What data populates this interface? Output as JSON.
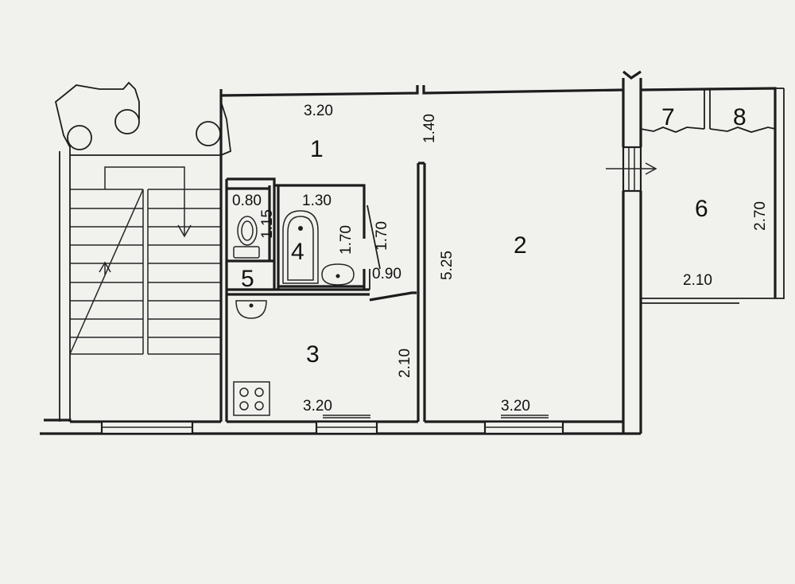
{
  "rooms": [
    {
      "number": "1"
    },
    {
      "number": "2"
    },
    {
      "number": "3"
    },
    {
      "number": "4"
    },
    {
      "number": "5"
    },
    {
      "number": "6"
    },
    {
      "number": "7"
    },
    {
      "number": "8"
    }
  ],
  "dimensions": {
    "hall_width": "3.20",
    "hall_depth": "1.40",
    "room2_depth": "5.25",
    "room2_width": "3.20",
    "kitchen_width": "3.20",
    "kitchen_depth": "2.10",
    "bath_width": "1.30",
    "bath_depth": "1.70",
    "corridor_depth": "1.70",
    "corridor_width": "0.90",
    "wc_width": "0.80",
    "wc_depth": "1.15",
    "balcony_width": "2.10",
    "balcony_depth": "2.70"
  },
  "colors": {
    "background": "#f1f1ee",
    "lines": "#1d1d1d"
  },
  "icons": [
    "toilet-icon",
    "bathtub-icon",
    "sink-icon",
    "stove-icon",
    "stair-arrow-icon",
    "balcony-door-arrow-icon"
  ]
}
